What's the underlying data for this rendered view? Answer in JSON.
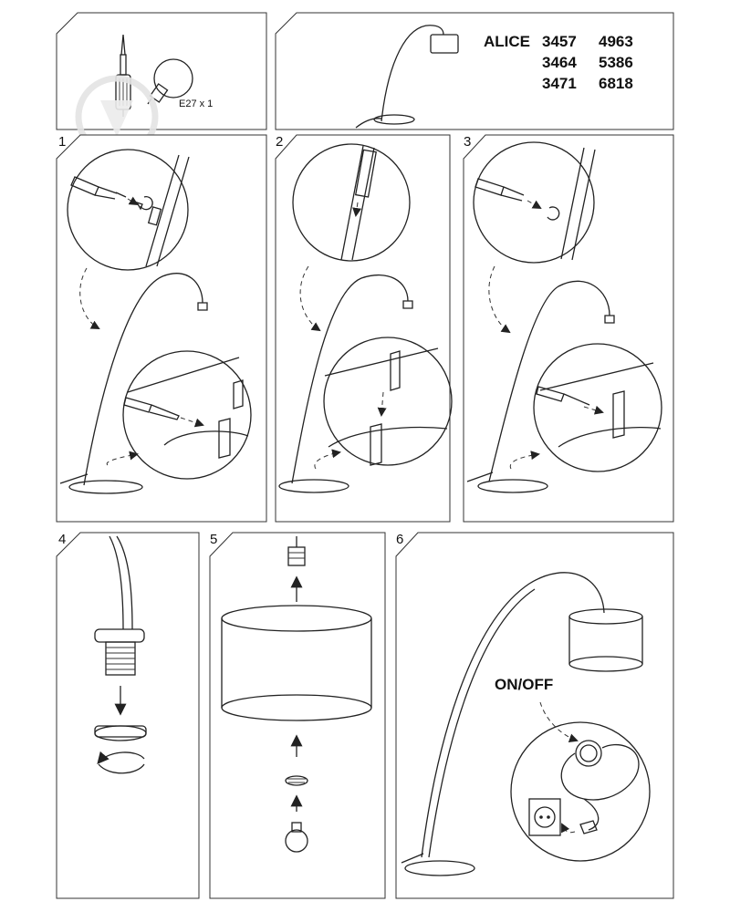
{
  "header": {
    "model_name": "ALICE",
    "codes": [
      "3457",
      "4963",
      "3464",
      "5386",
      "3471",
      "6818"
    ],
    "bulb_label": "E27 x 1"
  },
  "steps": [
    {
      "number": "1"
    },
    {
      "number": "2"
    },
    {
      "number": "3"
    },
    {
      "number": "4"
    },
    {
      "number": "5"
    },
    {
      "number": "6"
    }
  ],
  "switch_label": "ON/OFF",
  "icons": [
    "screwdriver-icon",
    "light-bulb-icon",
    "wall-socket-icon",
    "rotate-arrow-icon",
    "watermark-logo-icon"
  ]
}
